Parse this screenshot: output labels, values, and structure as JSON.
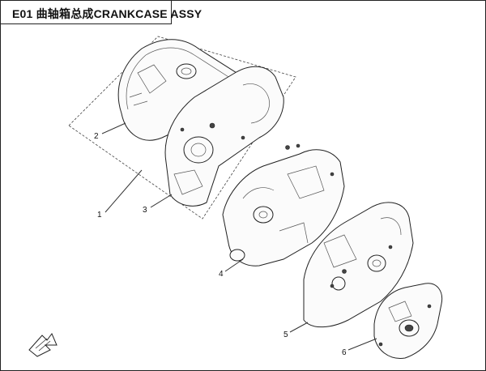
{
  "header": {
    "title": "E01 曲轴箱总成CRANKCASE ASSY"
  },
  "callouts": [
    {
      "id": "1",
      "label": "1"
    },
    {
      "id": "2",
      "label": "2"
    },
    {
      "id": "3",
      "label": "3"
    },
    {
      "id": "4",
      "label": "4"
    },
    {
      "id": "5",
      "label": "5"
    },
    {
      "id": "6",
      "label": "6"
    }
  ],
  "icons": {
    "direction_arrow": "front-direction-arrow-icon"
  }
}
